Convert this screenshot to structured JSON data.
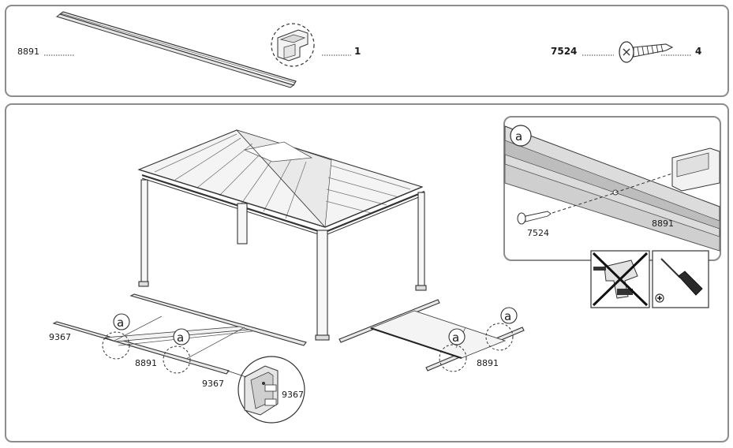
{
  "parts": {
    "rail": {
      "code": "8891",
      "qty": "1"
    },
    "screw": {
      "code": "7524",
      "qty": "4"
    }
  },
  "assembly": {
    "callout_letter": "a",
    "left_frame": {
      "outer_code": "9367",
      "inner_code": "8891",
      "end_code": "9367",
      "detail_code": "9367"
    },
    "right_frame": {
      "code": "8891"
    },
    "detail_a": {
      "screw_code": "7524",
      "rail_code": "8891"
    }
  },
  "tools": {
    "drill": {
      "name": "drill-icon",
      "status": "forbidden"
    },
    "screwdriver": {
      "name": "screwdriver-icon",
      "type": "phillips"
    }
  }
}
